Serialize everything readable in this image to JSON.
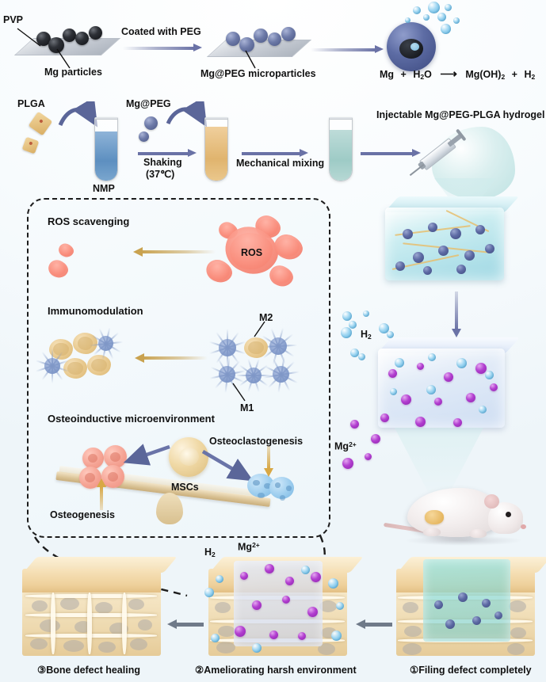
{
  "figure": {
    "title": "Mg@PEG-PLGA injectable hydrogel schematic"
  },
  "row1": {
    "pvp_label": "PVP",
    "mg_particles_label": "Mg particles",
    "coated_label": "Coated with PEG",
    "micro_label": "Mg@PEG microparticles",
    "reaction": {
      "mg": "Mg",
      "plus1": "+",
      "water": "H",
      "water_sub": "2",
      "water_tail": "O",
      "arrow": "⟶",
      "product": "Mg(OH)",
      "product_sub": "2",
      "plus2": "+",
      "h2": "H",
      "h2_sub": "2",
      "full": "Mg + H2O → Mg(OH)2 + H2"
    }
  },
  "row2": {
    "plga_label": "PLGA",
    "nmp_label": "NMP",
    "mgpeg_label": "Mg@PEG",
    "shaking_label": "Shaking",
    "shaking_temp": "(37℃)",
    "mixing_label": "Mechanical mixing",
    "hydrogel_label": "Injectable Mg@PEG-PLGA hydrogel"
  },
  "panel": {
    "ros_title": "ROS scavenging",
    "ros_label": "ROS",
    "immuno_title": "Immunomodulation",
    "m1_label": "M1",
    "m2_label": "M2",
    "osteo_title": "Osteoinductive microenvironment",
    "msc_label": "MSCs",
    "osteoclast_label": "Osteoclastogenesis",
    "osteogenesis_label": "Osteogenesis"
  },
  "right": {
    "h2_label": "H",
    "h2_sub": "2",
    "mg_label": "Mg",
    "mg_sup": "2+"
  },
  "bottom": {
    "h2_label": "H",
    "h2_sub": "2",
    "mg_label": "Mg",
    "mg_sup": "2+",
    "stage3": "③Bone defect healing",
    "stage2": "②Ameliorating harsh environment",
    "stage1": "①Filing defect completely"
  },
  "colors": {
    "mg_particle": "#1a1c20",
    "mgpeg_particle": "#5d6aa4",
    "arrow_purple": "#6a72a6",
    "arrow_gold": "#c9a24f",
    "arrow_grey": "#6f7a89",
    "ros_red": "#f4836f",
    "m1_blue": "#8ba2cf",
    "m2_gold": "#e2c48a",
    "magnesium_ion": "#b23fd0",
    "hydrogen_bubble": "#7cc3ea",
    "bone_tan": "#edd8ad",
    "nmp_blue": "#5d8fc0",
    "mix_tan": "#e0b46e",
    "gel_teal": "#9ecbc6",
    "panel_border": "#1c1c1c"
  }
}
